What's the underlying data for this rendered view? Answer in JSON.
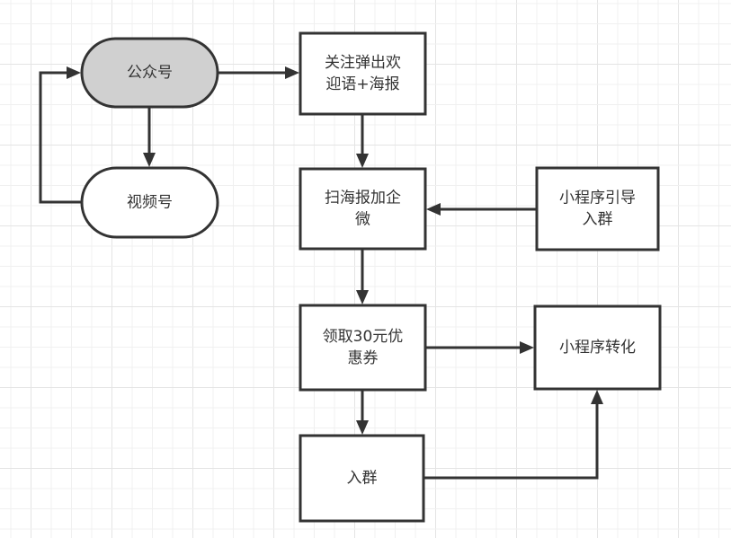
{
  "diagram": {
    "type": "flowchart",
    "colors": {
      "stroke": "#333333",
      "text": "#333333",
      "start_fill": "#d0d0d0",
      "node_fill": "#ffffff",
      "grid_minor": "#f0f0f0",
      "grid_major": "#e4e4e4"
    },
    "nodes": [
      {
        "id": "gzh",
        "shape": "terminator",
        "filled": true,
        "lines": [
          "公众号"
        ]
      },
      {
        "id": "sph",
        "shape": "terminator",
        "filled": false,
        "lines": [
          "视频号"
        ]
      },
      {
        "id": "welcome",
        "shape": "process",
        "filled": false,
        "lines": [
          "关注弹出欢",
          "迎语+海报"
        ]
      },
      {
        "id": "scan",
        "shape": "process",
        "filled": false,
        "lines": [
          "扫海报加企",
          "微"
        ]
      },
      {
        "id": "mini_guide",
        "shape": "process",
        "filled": false,
        "lines": [
          "小程序引导",
          "入群"
        ]
      },
      {
        "id": "coupon",
        "shape": "process",
        "filled": false,
        "lines": [
          "领取30元优",
          "惠券"
        ]
      },
      {
        "id": "mini_convert",
        "shape": "process",
        "filled": false,
        "lines": [
          "小程序转化"
        ]
      },
      {
        "id": "join",
        "shape": "process",
        "filled": false,
        "lines": [
          "入群"
        ]
      }
    ],
    "edges": [
      {
        "from": "gzh",
        "to": "welcome"
      },
      {
        "from": "gzh",
        "to": "sph"
      },
      {
        "from": "sph",
        "to": "gzh"
      },
      {
        "from": "welcome",
        "to": "scan"
      },
      {
        "from": "mini_guide",
        "to": "scan"
      },
      {
        "from": "scan",
        "to": "coupon"
      },
      {
        "from": "coupon",
        "to": "mini_convert"
      },
      {
        "from": "coupon",
        "to": "join"
      },
      {
        "from": "join",
        "to": "mini_convert"
      }
    ]
  }
}
